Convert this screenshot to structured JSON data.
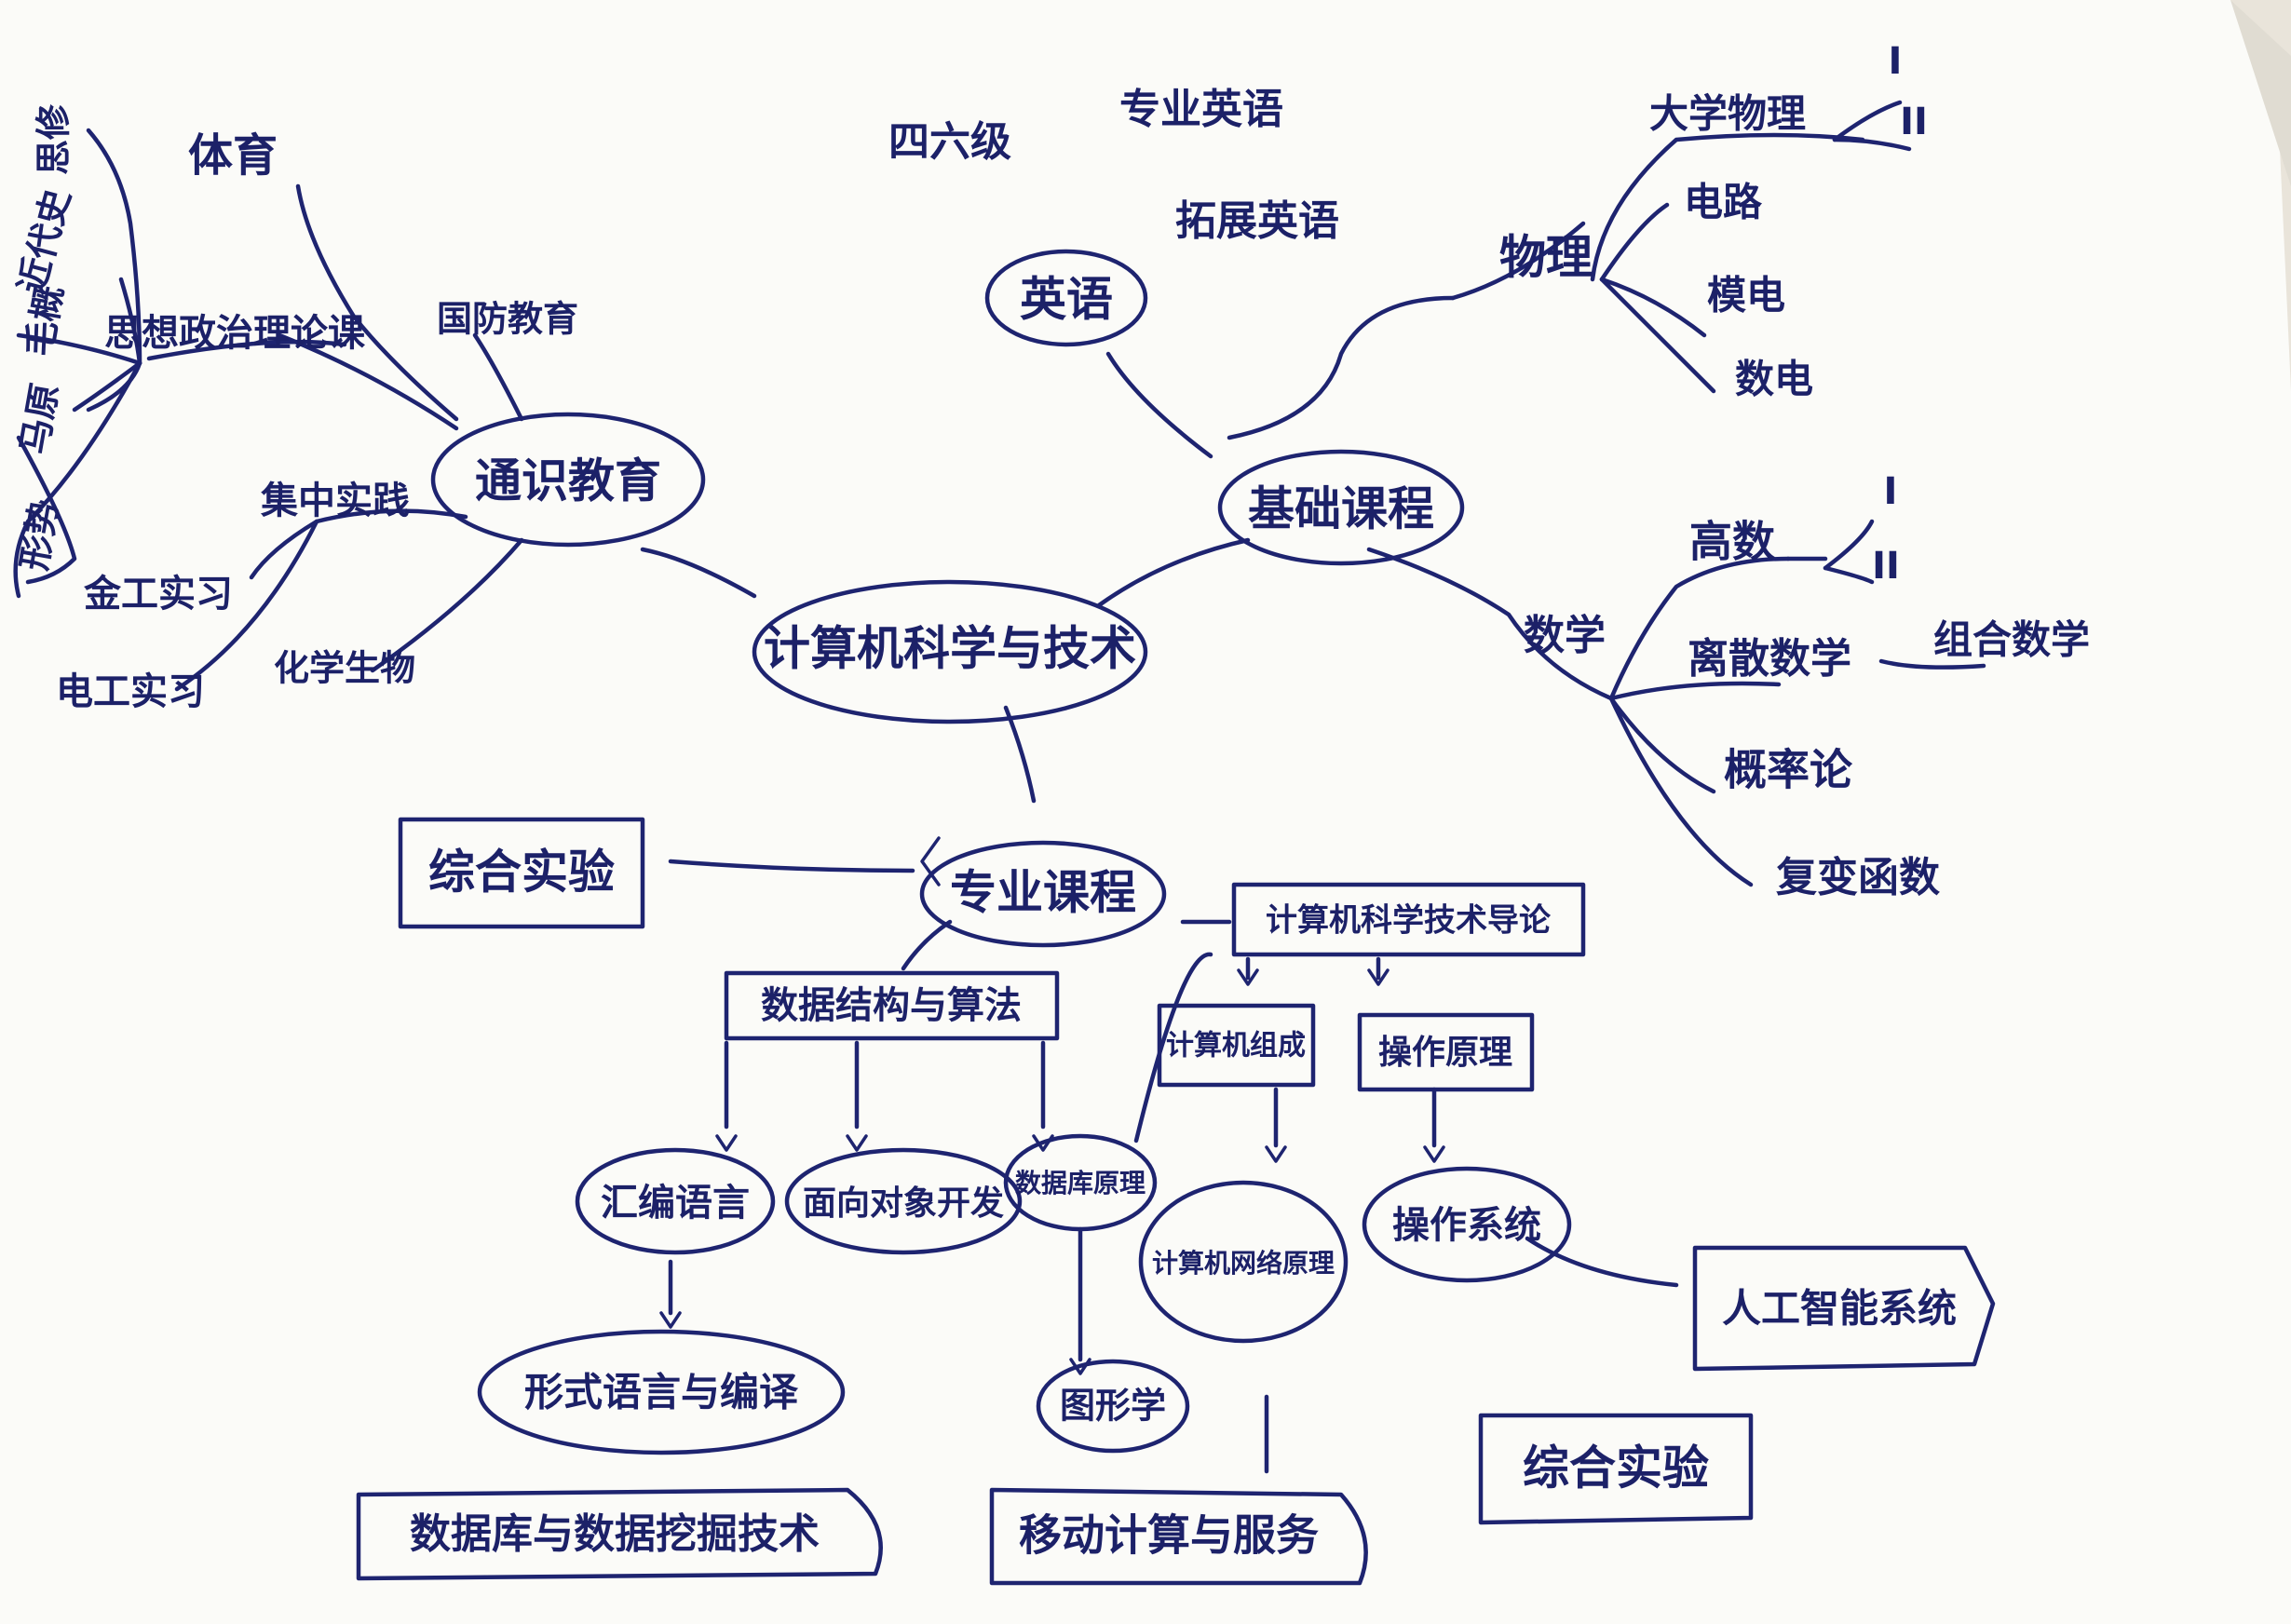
{
  "colors": {
    "paper": "#fbfbf8",
    "ink": "#1e2470",
    "backdrop": "#e9e4da"
  },
  "root": "计算机科学与技术",
  "branches": {
    "general": "通识教育",
    "basic": "基础课程",
    "major": "专业课程"
  },
  "general": {
    "pe": "体育",
    "ideology": "思想政治理论课",
    "ideology_items": [
      "思修",
      "近代史",
      "毛概",
      "马原",
      "形势"
    ],
    "military": "国防教育",
    "practice": "集中实践",
    "practice_items": [
      "金工实习",
      "电工实习"
    ],
    "chem": "化学生物"
  },
  "basic": {
    "english": "英语",
    "english_items": [
      "四六级",
      "专业英语",
      "拓展英语"
    ],
    "physics": "物理",
    "physics_items": [
      "大学物理",
      "电路",
      "模电",
      "数电"
    ],
    "physics_levels": [
      "I",
      "II"
    ],
    "math": "数学",
    "math_items": [
      "高数",
      "离散数学",
      "概率论",
      "复变函数"
    ],
    "calc_levels": [
      "I",
      "II"
    ],
    "combinatorics": "组合数学"
  },
  "major": {
    "comprehensive_left": "综合实验",
    "intro": "计算机科学技术导论",
    "ds": "数据结构与算法",
    "composition": "计算机组成",
    "os_principles": "操作原理",
    "asm": "汇编语言",
    "oop": "面向对象开发",
    "db_principles": "数据库原理",
    "network": "计算机网络原理",
    "os": "操作系统",
    "ai": "人工智能系统",
    "compiler": "形式语言与编译",
    "graphics": "图形学",
    "db_tech": "数据库与数据挖掘技术",
    "mobile": "移动计算与服务",
    "comprehensive_right": "综合实验"
  }
}
